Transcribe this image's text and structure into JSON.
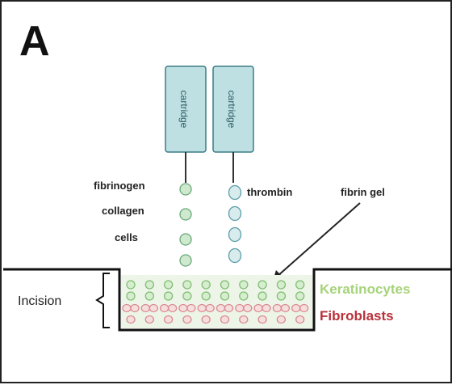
{
  "panel_label": "A",
  "cartridges": [
    {
      "label": "cartridge"
    },
    {
      "label": "cartridge"
    }
  ],
  "left_stream_labels": [
    "fibrinogen",
    "collagen",
    "cells"
  ],
  "right_stream_label": "thrombin",
  "gel_label": "fibrin gel",
  "incision_label": "Incision",
  "layers": [
    {
      "label": "Keratinocytes",
      "color": "#a6d37a",
      "cell_color": "#7fbf72"
    },
    {
      "label": "Fibroblasts",
      "color": "#b8323a",
      "cell_color": "#d98a8e"
    }
  ],
  "colors": {
    "cartridge_fill": "#bfe0e2",
    "cartridge_stroke": "#3a7d85",
    "drop_fill_green": "#cfe9cf",
    "drop_stroke_green": "#6aa87a",
    "drop_fill_blue": "#d8ecee",
    "drop_stroke_blue": "#5c9ea8",
    "gel_fill": "#edf4e8"
  }
}
